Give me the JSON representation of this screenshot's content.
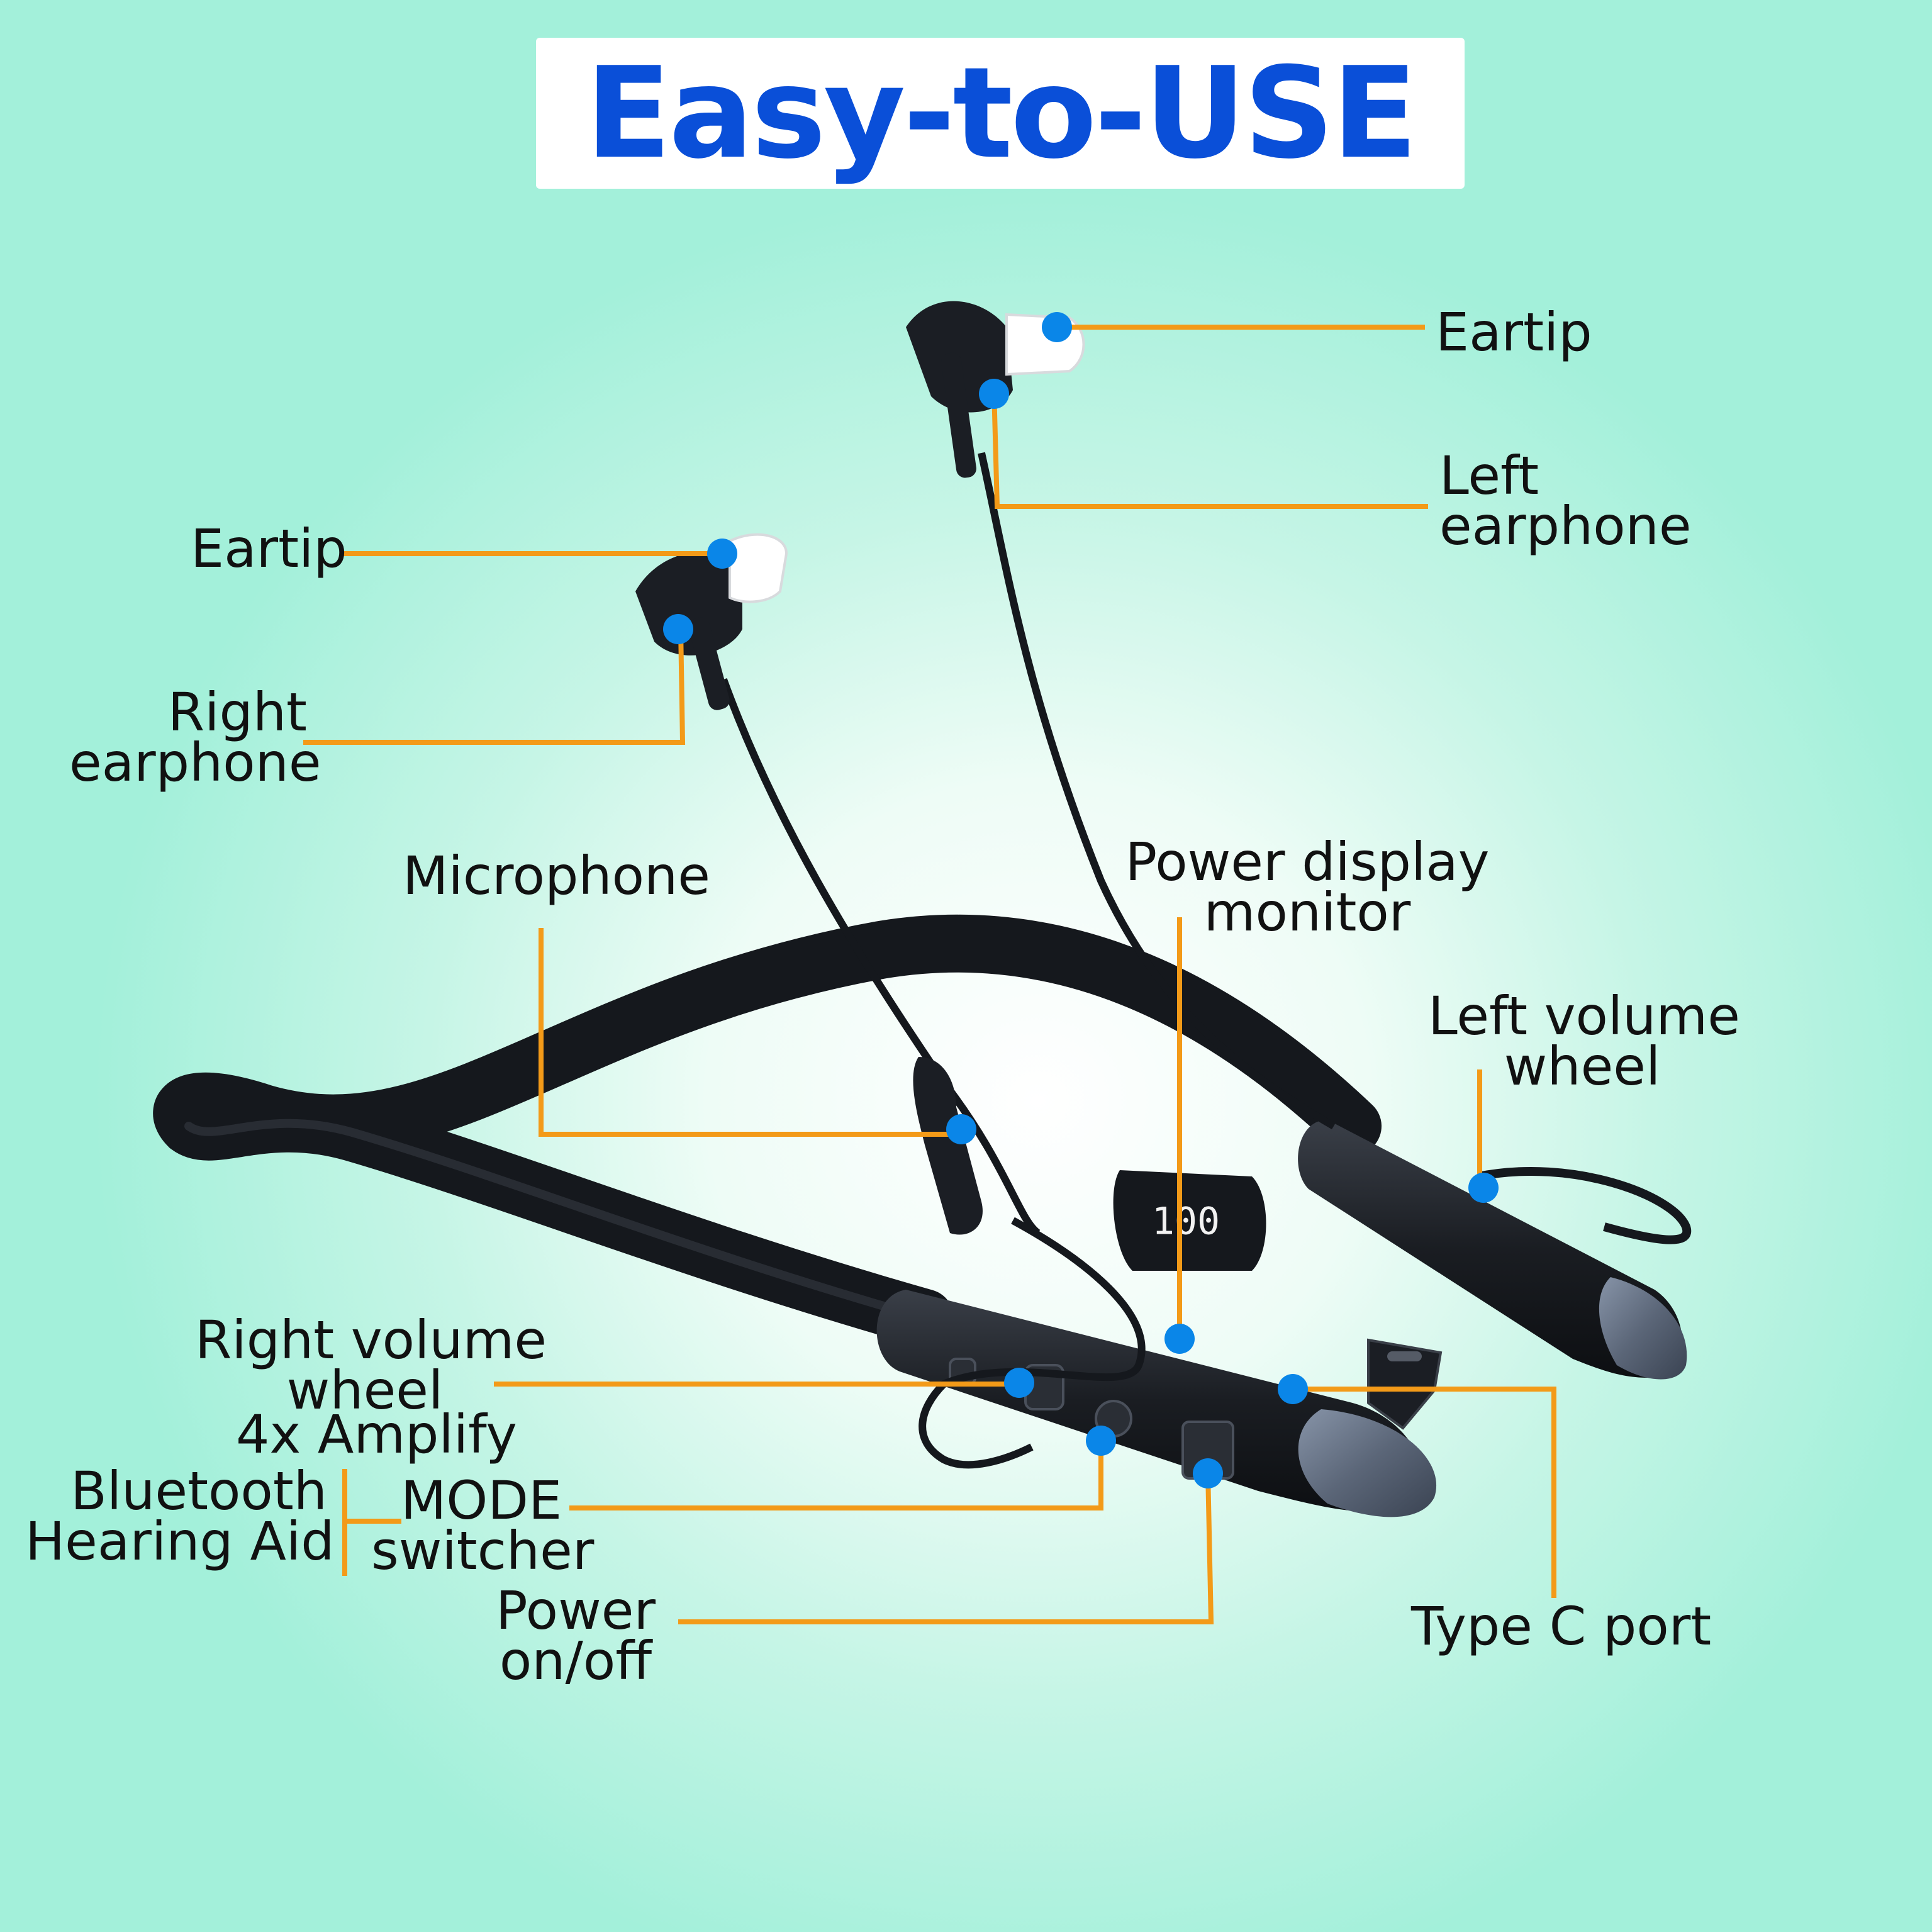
{
  "title": "Easy-to-USE",
  "display_reading": "100",
  "labels": {
    "eartip_left": "Eartip",
    "left_earphone_1": "Left",
    "left_earphone_2": "earphone",
    "eartip_right": "Eartip",
    "right_earphone_1": "Right",
    "right_earphone_2": "earphone",
    "microphone": "Microphone",
    "power_display_1": "Power display",
    "power_display_2": "monitor",
    "left_volume_1": "Left volume",
    "left_volume_2": "wheel",
    "right_volume_1": "Right volume",
    "right_volume_2": "wheel",
    "amplify": "4x Amplify",
    "bluetooth_1": "Bluetooth",
    "bluetooth_2": "Hearing Aid",
    "mode_1": "MODE",
    "mode_2": "switcher",
    "power_1": "Power",
    "power_2": "on/off",
    "typec": "Type C port"
  },
  "colors": {
    "leader_line": "#f39a18",
    "marker_dot": "#0a86e8",
    "title_text": "#0a4fd8",
    "product_body": "#1b1e24"
  }
}
